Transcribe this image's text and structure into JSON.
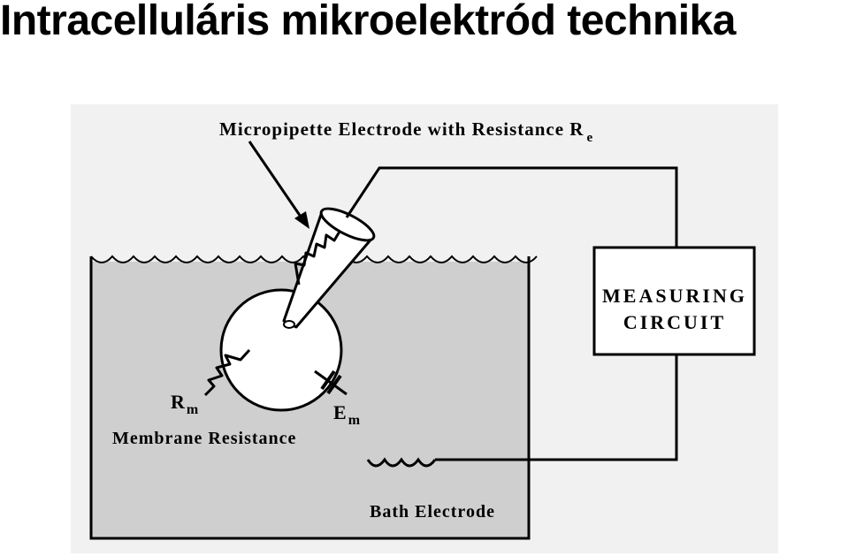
{
  "title": "Intracelluláris mikroelektród technika",
  "diagram": {
    "micropipette_label": "Micropipette Electrode with Resistance R",
    "micropipette_subscript": "e",
    "measuring_circuit_line1": "MEASURING",
    "measuring_circuit_line2": "CIRCUIT",
    "rm_main": "R",
    "rm_subscript": "m",
    "em_main": "E",
    "em_subscript": "m",
    "membrane_label": "Membrane Resistance",
    "bath_label": "Bath Electrode"
  },
  "colors": {
    "bath": "#cfcfcf",
    "figure_bg": "#f1f1f1",
    "ink": "#000000"
  }
}
